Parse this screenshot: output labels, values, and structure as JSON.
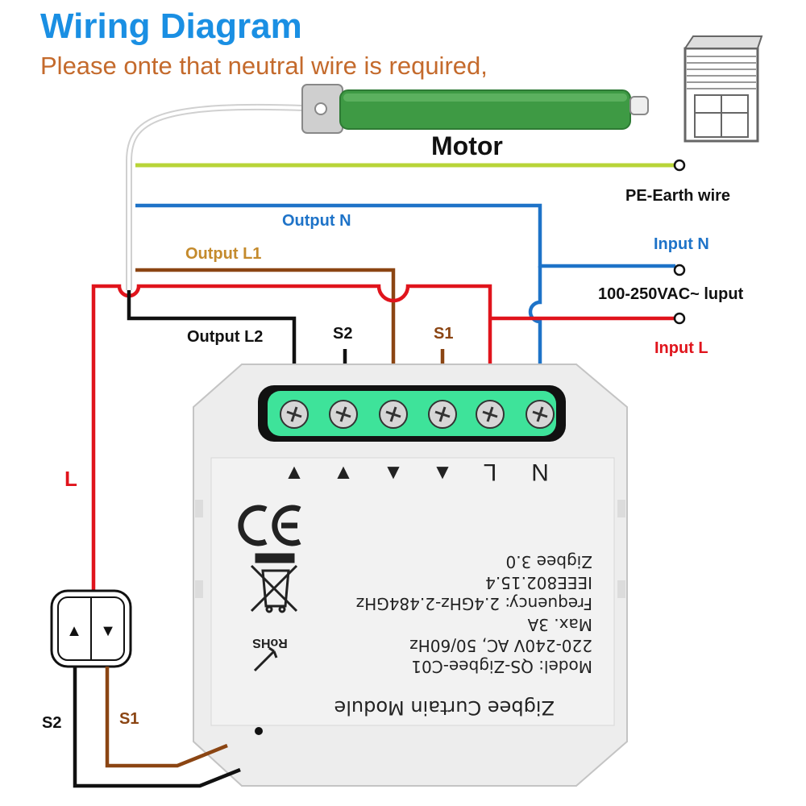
{
  "header": {
    "title": "Wiring Diagram",
    "subtitle": "Please onte that neutral wire is required,"
  },
  "labels": {
    "motor": "Motor",
    "pe_earth": "PE-Earth wire",
    "output_n": "Output N",
    "output_l1": "Output L1",
    "output_l2": "Output L2",
    "input_n": "Input N",
    "input_voltage": "100-250VAC~ luput",
    "input_l": "Input L",
    "s2_top": "S2",
    "s1_top": "S1",
    "l_side": "L",
    "s2_bottom": "S2",
    "s1_bottom": "S1"
  },
  "module": {
    "name": "Zigbee Curtain Module",
    "model": "Model: QS-Zigbee-C01",
    "voltage": "220-240V AC, 50/60Hz",
    "max": "Max. 3A",
    "frequency": "Frequency: 2.4GHz-2.484GHz",
    "standard": "IEEE802.15.4",
    "protocol": "Zigbee 3.0",
    "ce": "CE",
    "rohs": "RoHS",
    "terminals": [
      "▲",
      "▲",
      "▼",
      "▼",
      "L",
      "N"
    ]
  },
  "switch": {
    "up_symbol": "▲",
    "down_symbol": "▼"
  },
  "colors": {
    "title": "#1a8fe3",
    "subtitle": "#c46a2c",
    "live": "#e0141c",
    "neutral": "#1e73c8",
    "earth": "#b8d438",
    "brown": "#8b4513",
    "black": "#111111",
    "terminal_green": "#3ee39a",
    "motor_green": "#3e9a44"
  }
}
